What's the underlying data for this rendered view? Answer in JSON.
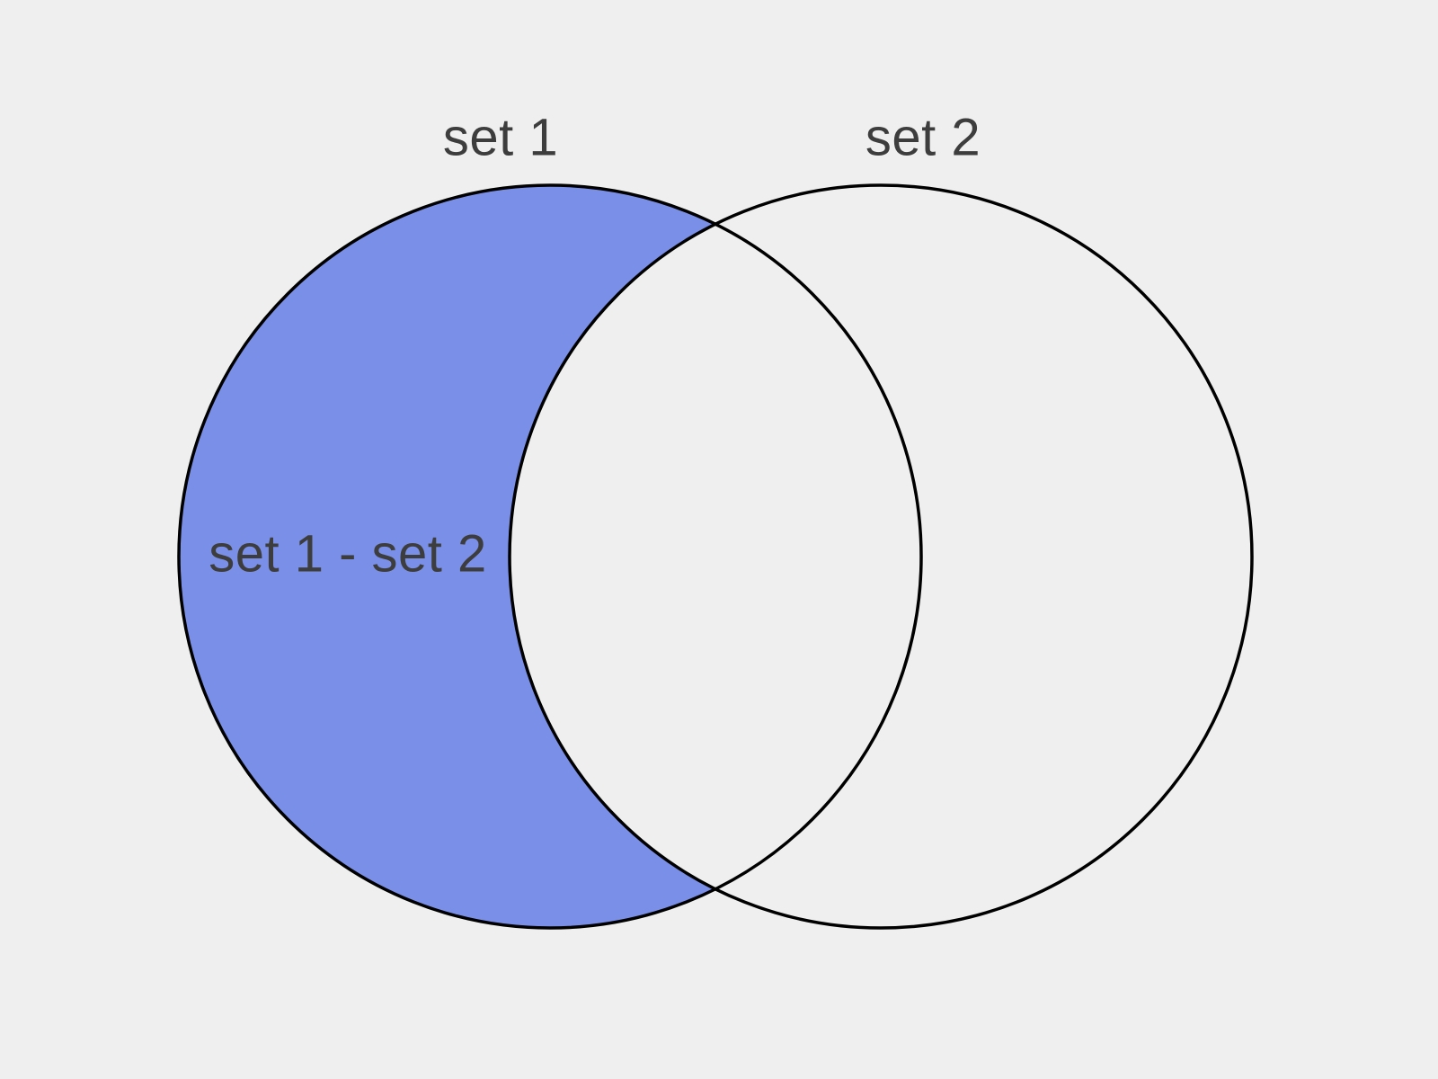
{
  "diagram": {
    "type": "venn",
    "description": "Two-set Venn diagram with the set difference (set 1 minus set 2) highlighted",
    "sets": [
      {
        "label": "set 1"
      },
      {
        "label": "set 2"
      }
    ],
    "highlighted_region": {
      "label": "set 1 - set 2",
      "operation": "difference",
      "of": "set 1",
      "minus": "set 2"
    }
  },
  "labels": {
    "set1": "set 1",
    "set2": "set 2",
    "difference": "set 1 - set 2"
  },
  "colors": {
    "background": "#efefef",
    "difference_fill": "#7a90e8",
    "outline": "#000000",
    "label_text": "#3d3d3d"
  }
}
